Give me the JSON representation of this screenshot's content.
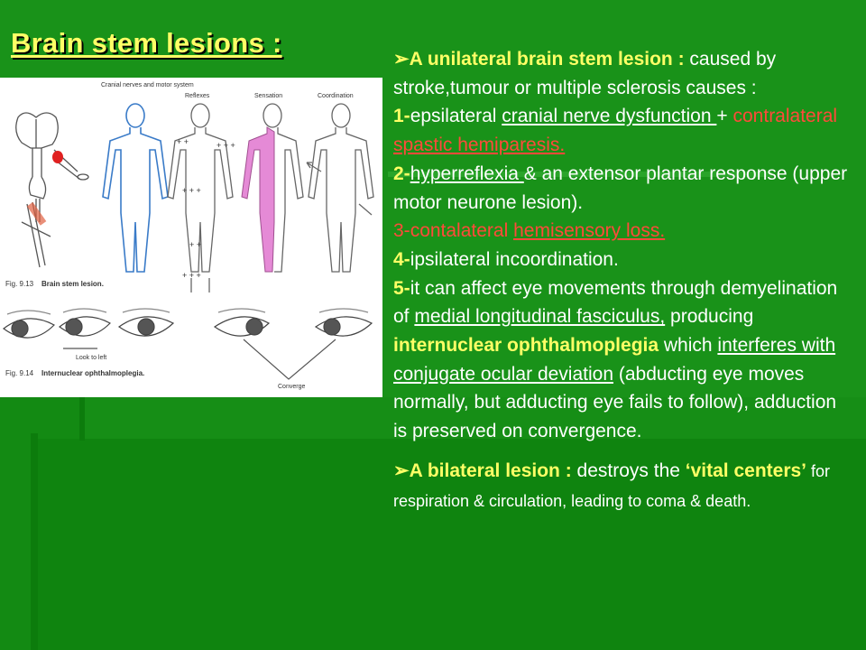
{
  "title": "Brain stem lesions :",
  "figure": {
    "col_labels": [
      "Cranial nerves and motor system",
      "Reflexes",
      "Sensation",
      "Coordination"
    ],
    "caption1_num": "Fig. 9.13",
    "caption1_text": "Brain stem lesion.",
    "caption2_num": "Fig. 9.14",
    "caption2_text": "Internuclear ophthalmoplegia.",
    "look_left": "Look to left",
    "converge": "Converge"
  },
  "unilateral": {
    "bullet": "➢",
    "heading": "A unilateral brain stem lesion : ",
    "intro": "caused by stroke,tumour or multiple sclerosis causes :",
    "p1_num": "1-",
    "p1_a": "epsilateral ",
    "p1_u": "cranial nerve dysfunction ",
    "p1_plus": "+ ",
    "p1_b": "contralateral ",
    "p1_u2": "spastic hemiparesis.",
    "p2_num": "2-",
    "p2_u": "hyperreflexia ",
    "p2_rest": " & an  extensor plantar response (upper motor neurone lesion).",
    "p3_num": "3-",
    "p3_a": "contalateral ",
    "p3_u": "hemisensory loss.",
    "p4_num": "4-",
    "p4_text": "ipsilateral incoordination.",
    "p5_num": "5-",
    "p5_a": "it can affect eye movements through demyelination of ",
    "p5_u1": "medial longitudinal fasciculus,",
    "p5_b": " producing ",
    "p5_bold": "internuclear ophthalmoplegia",
    "p5_c": " which ",
    "p5_u2": "interferes with conjugate ocular deviation",
    "p5_d": " (abducting eye moves normally, but adducting eye fails to follow), adduction is preserved on convergence."
  },
  "bilateral": {
    "bullet": "➢",
    "heading": "A bilateral lesion : ",
    "a": "destroys the ",
    "vital": "‘vital centers’",
    "b": " for respiration & circulation, leading to coma & death."
  },
  "colors": {
    "background": "#199219",
    "title": "#ffff66",
    "highlight_red": "#ff4a3a",
    "sensation_shade": "#e58ad6"
  }
}
